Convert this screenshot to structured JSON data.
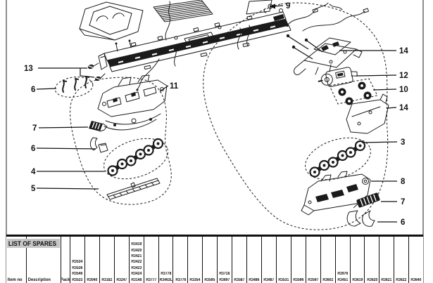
{
  "page": {
    "kind": "exploded-parts-service-sheet"
  },
  "colors": {
    "line": "#1b1b1b",
    "table_header_bg": "#c6c6c6"
  },
  "diagram": {
    "callouts": [
      {
        "id": "c9",
        "label": "9"
      },
      {
        "id": "c13",
        "label": "13"
      },
      {
        "id": "c6a",
        "label": "6"
      },
      {
        "id": "c11",
        "label": "11"
      },
      {
        "id": "c7a",
        "label": "7"
      },
      {
        "id": "c6b",
        "label": "6"
      },
      {
        "id": "c4",
        "label": "4"
      },
      {
        "id": "c5",
        "label": "5"
      },
      {
        "id": "c14a",
        "label": "14"
      },
      {
        "id": "c12",
        "label": "12"
      },
      {
        "id": "c10",
        "label": "10"
      },
      {
        "id": "c14b",
        "label": "14"
      },
      {
        "id": "c3",
        "label": "3"
      },
      {
        "id": "c8",
        "label": "8"
      },
      {
        "id": "c7b",
        "label": "7"
      },
      {
        "id": "c6c",
        "label": "6"
      }
    ]
  },
  "spares_table": {
    "title": "LIST OF SPARES",
    "headers": {
      "item": "Item no",
      "description": "Description",
      "pack": "Pack"
    },
    "columns": [
      {
        "stack": [
          "R3534",
          "R3536",
          "R3546"
        ],
        "bottom": "R3533"
      },
      {
        "stack": [],
        "bottom": "R3040"
      },
      {
        "stack": [],
        "bottom": "R3182"
      },
      {
        "stack": [],
        "bottom": "R3247"
      },
      {
        "stack": [
          "R3419",
          "R3420",
          "R3421",
          "R3422",
          "R3423",
          "R3424"
        ],
        "bottom": "R3148"
      },
      {
        "stack": [],
        "bottom": "R3777"
      },
      {
        "stack": [
          "R3778"
        ],
        "bottom": "R3463L"
      },
      {
        "stack": [],
        "bottom": "R3776"
      },
      {
        "stack": [],
        "bottom": "R3354"
      },
      {
        "stack": [],
        "bottom": "R3595"
      },
      {
        "stack": [
          "R3718"
        ],
        "bottom": "R3697"
      },
      {
        "stack": [],
        "bottom": "R3587"
      },
      {
        "stack": [],
        "bottom": "R3486"
      },
      {
        "stack": [],
        "bottom": "R3487"
      },
      {
        "stack": [],
        "bottom": "R3531"
      },
      {
        "stack": [],
        "bottom": "R3596"
      },
      {
        "stack": [],
        "bottom": "R3597"
      },
      {
        "stack": [],
        "bottom": "R3602"
      },
      {
        "stack": [
          "R3976"
        ],
        "bottom": "R3451"
      },
      {
        "stack": [],
        "bottom": "R3619"
      },
      {
        "stack": [],
        "bottom": "R3620"
      },
      {
        "stack": [],
        "bottom": "R3621"
      },
      {
        "stack": [],
        "bottom": "R3622"
      },
      {
        "stack": [],
        "bottom": "R3640"
      }
    ]
  }
}
